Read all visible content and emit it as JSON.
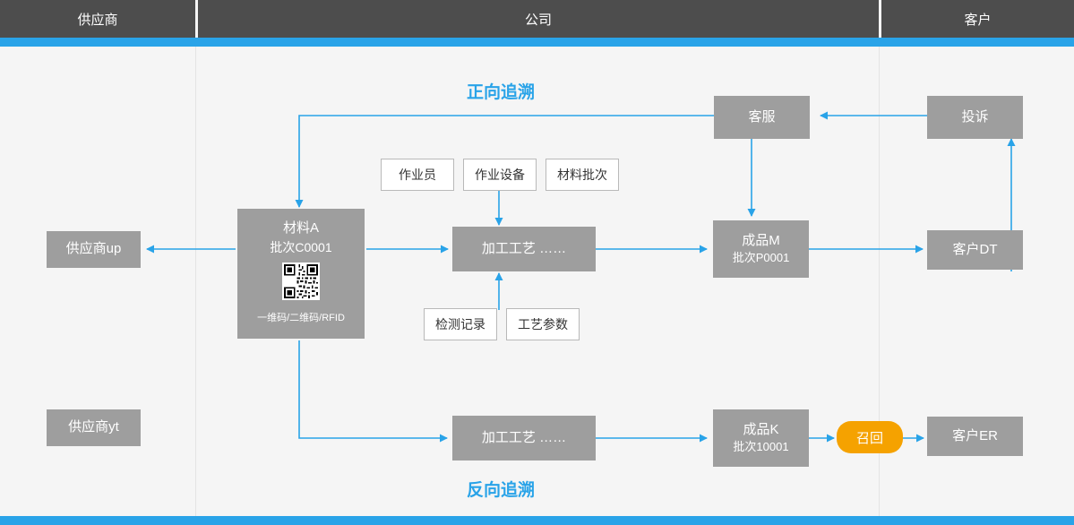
{
  "header": {
    "segments": [
      {
        "label": "供应商",
        "name": "header-supplier"
      },
      {
        "label": "公司",
        "name": "header-company"
      },
      {
        "label": "客户",
        "name": "header-customer"
      }
    ]
  },
  "titles": {
    "forward": "正向追溯",
    "reverse": "反向追溯"
  },
  "nodes": {
    "supplier_up": "供应商up",
    "supplier_yt": "供应商yt",
    "material": {
      "name": "材料A",
      "batch": "批次C0001",
      "code_caption": "一维码/二维码/RFID",
      "qr_icon": "qr-code-icon"
    },
    "operator": "作业员",
    "equipment": "作业设备",
    "material_batch": "材料批次",
    "process_top": "加工工艺  ……",
    "inspection_record": "检测记录",
    "process_param": "工艺参数",
    "product_m": {
      "name": "成品M",
      "batch": "批次P0001"
    },
    "customer_service": "客服",
    "complaint": "投诉",
    "customer_dt": "客户DT",
    "process_bottom": "加工工艺  ……",
    "product_k": {
      "name": "成品K",
      "batch": "批次10001"
    },
    "recall": "召回",
    "customer_er": "客户ER"
  },
  "colors": {
    "accent": "#29a3e8",
    "header": "#4d4d4d",
    "box": "#9e9e9e",
    "recall": "#f5a200",
    "bg": "#f5f5f5"
  }
}
